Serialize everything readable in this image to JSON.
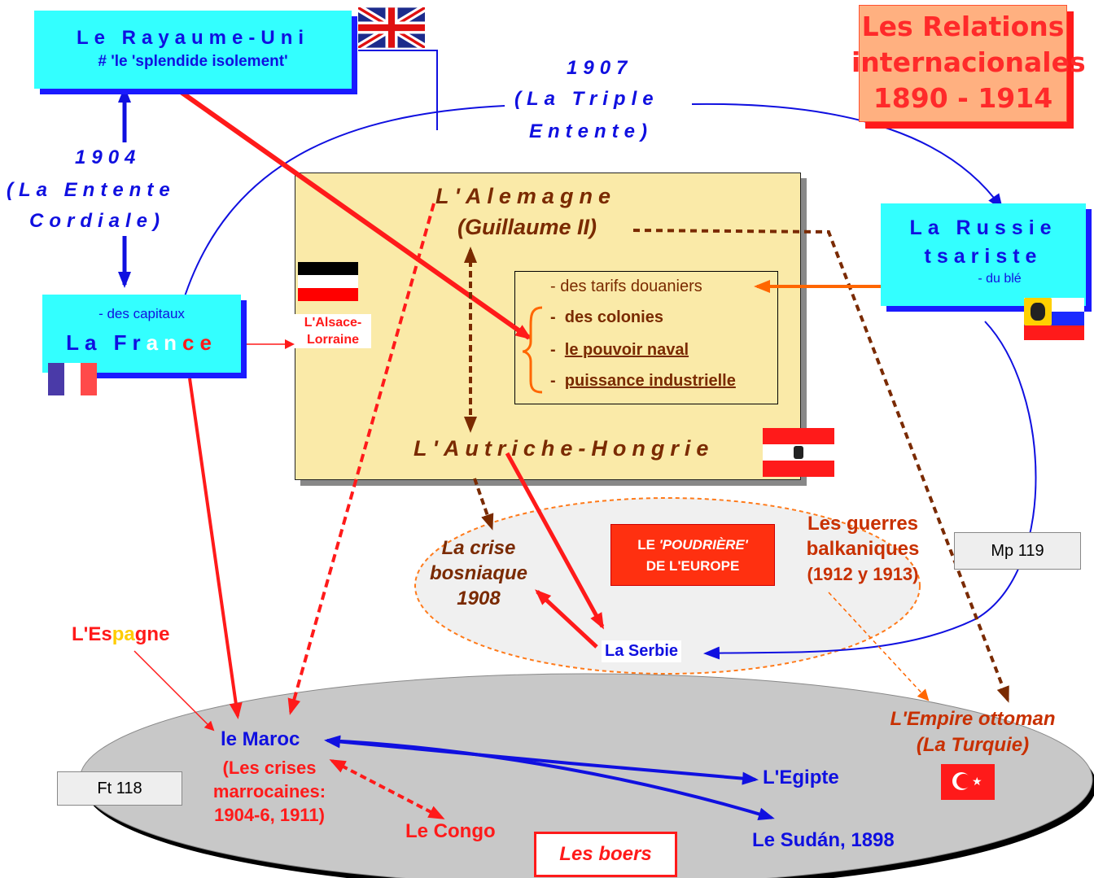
{
  "title": {
    "line1": "Les Relations",
    "line2": "internacionales",
    "line3": "1890 - 1914"
  },
  "uk": {
    "name": "Le Rayaume-Uni",
    "sub": "# 'le 'splendide isolement'"
  },
  "triple_entente": {
    "year": "1907",
    "line1": "(La Triple",
    "line2": "Entente)"
  },
  "entente_cordiale": {
    "year": "1904",
    "line1": "(La Entente",
    "line2": "Cordiale)"
  },
  "france": {
    "name_a": "La Fr",
    "name_b": "a",
    "name_c": "n",
    "name_d": "ce",
    "sub": "- des capitaux"
  },
  "alsace": {
    "line1": "L'Alsace-",
    "line2": "Lorraine"
  },
  "germany": {
    "name": "L'Alemagne",
    "ruler": "(Guillaume II)"
  },
  "rivalries": {
    "item1": "- des tarifs  douaniers",
    "item2_dash": "-",
    "item2": "des colonies",
    "item3_dash": "-",
    "item3": "le pouvoir naval",
    "item4_dash": "-",
    "item4": "puissance industrielle"
  },
  "austria": {
    "name": "L'Autriche-Hongrie"
  },
  "russia": {
    "line1": "La Russie",
    "line2": "tsariste",
    "sub": "- du blé"
  },
  "bosnia": {
    "line1": "La crise",
    "line2": "bosniaque",
    "line3": "1908"
  },
  "powder_keg": {
    "le": "LE",
    "poudriere": "'POUDRIÈRE'",
    "line2": "DE L'EUROPE"
  },
  "balkan": {
    "line1": "Les guerres",
    "line2": "balkaniques",
    "line3": "(1912 y 1913)"
  },
  "mp_ref": "Mp 119",
  "serbia": "La Serbie",
  "spain": {
    "a": "L'Es",
    "b": "pa",
    "c": "gne"
  },
  "morocco": {
    "name": "le Maroc",
    "line1": "(Les crises",
    "line2": "marrocaines:",
    "line3": "1904-6, 1911)"
  },
  "ft_ref": "Ft 118",
  "congo": "Le Congo",
  "boers": "Les boers",
  "egypt": "L'Egipte",
  "sudan": "Le Sudán, 1898",
  "ottoman": {
    "line1": "L'Empire ottoman",
    "line2": "(La Turquie)"
  },
  "colors": {
    "cyan": "#33ffff",
    "blue": "#1010e0",
    "red": "#ff1a1a",
    "brown": "#7a2a00",
    "orange": "#ff6600",
    "parchment": "#faeaa8",
    "title_bg": "#ffb080"
  }
}
